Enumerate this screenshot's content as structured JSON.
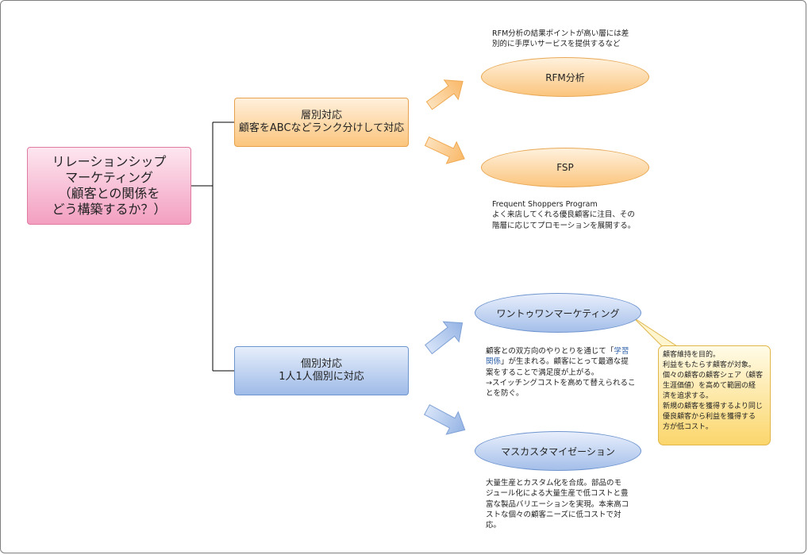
{
  "root": {
    "line1": "リレーションシップ",
    "line2": "マーケティング",
    "line3": "（顧客との関係を",
    "line4": "どう構築するか？）"
  },
  "tier_response": {
    "line1": "層別対応",
    "line2": "顧客をABCなどランク分けして対応"
  },
  "individual_response": {
    "line1": "個別対応",
    "line2": "1人1人個別に対応"
  },
  "rfm": {
    "label": "RFM分析",
    "note": "RFM分析の結果ポイントが高い層には差\n別的に手厚いサービスを提供するなど"
  },
  "fsp": {
    "label": "FSP",
    "note": "Frequent Shoppers Program\nよく来店してくれる優良顧客に注目、その\n階層に応じてプロモーションを展開する。"
  },
  "one_to_one": {
    "label": "ワントゥワンマーケティング",
    "note_a": "顧客との双方向のやりとりを通じて「",
    "note_hl": "学習\n関係",
    "note_b": "」が生まれる。顧客にとって最適な提\n案をすることで満足度が上がる。\n→スイッチングコストを高めて替えられるこ\nとを防ぐ。"
  },
  "mass_customization": {
    "label": "マスカスタマイゼーション",
    "note": "大量生産とカスタム化を合成。部品のモ\nジュール化による大量生産で低コストと豊\n富な製品バリエーションを実現。本来高コ\nストな個々の顧客ニーズに低コストで対\n応。"
  },
  "callout": {
    "text": "顧客維持を目的。\n利益をもたらす顧客が対象。\n個々の顧客の顧客シェア（顧客\n生涯価値）を高めて範囲の経\n済を追求する。\n新規の顧客を獲得するより同じ\n優良顧客から利益を獲得する\n方が低コスト。"
  },
  "colors": {
    "root": "#f39fc0",
    "orange": "#fbc57d",
    "blue": "#9fbbe8",
    "callout": "#fbd66c"
  }
}
